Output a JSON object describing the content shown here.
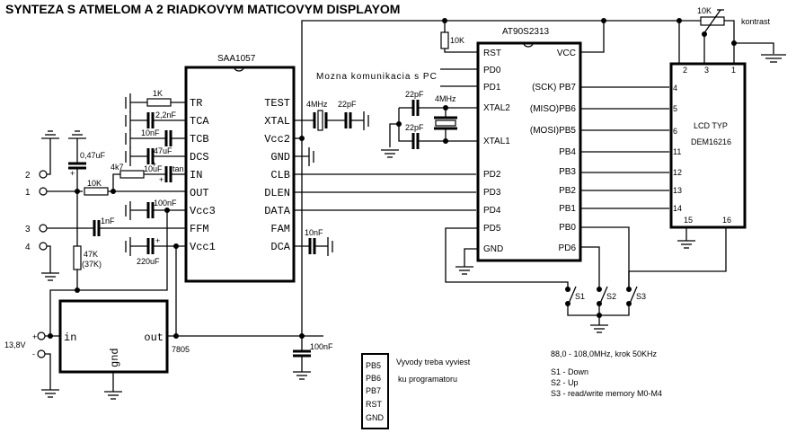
{
  "title": "SYNTEZA S ATMELOM A  2 RIADKOVYM MATICOVYM DISPLAYOM",
  "saa1057": {
    "name": "SAA1057",
    "left_pins": [
      "TR",
      "TCA",
      "TCB",
      "DCS",
      "IN",
      "OUT",
      "Vcc3",
      "FFM",
      "Vcc1"
    ],
    "right_pins": [
      "TEST",
      "XTAL",
      "Vcc2",
      "GND",
      "CLB",
      "DLEN",
      "DATA",
      "FAM",
      "DCA"
    ]
  },
  "at90s2313": {
    "name": "AT90S2313",
    "left_pins": [
      "RST",
      "PD0",
      "PD1",
      "XTAL2",
      "XTAL1",
      "PD2",
      "PD3",
      "PD4",
      "PD5",
      "GND"
    ],
    "right_pins": [
      "VCC",
      "(SCK) PB7",
      "(MISO)PB6",
      "(MOSI)PB5",
      "PB4",
      "PB3",
      "PB2",
      "PB1",
      "PB0",
      "PD6"
    ]
  },
  "lcd": {
    "name_line1": "LCD TYP",
    "name_line2": "DEM16216",
    "top_pins": [
      "2",
      "3",
      "1"
    ],
    "left_pins": [
      "4",
      "5",
      "6",
      "11",
      "12",
      "13",
      "14"
    ],
    "bottom_pins": [
      "15",
      "16"
    ]
  },
  "regulator": {
    "name": "7805",
    "in_label": "in",
    "out_label": "out",
    "gnd_label": "gnd"
  },
  "components": {
    "r_tr": "1K",
    "c_tca": "2,2nF",
    "c_tcb": "10nF",
    "c_dcs": "47uF",
    "r_in": "4k7",
    "c_in": "10uF",
    "c_in_type": "tan",
    "r_out": "10K",
    "c_vcc3": "100nF",
    "c_ffm": "1nF",
    "c_vcc1": "220uF",
    "c_047": "0,47uF",
    "r_47k": "47K",
    "r_47k_alt": "(37K)",
    "xtal_saa": "4MHz",
    "c_xtal_saa": "22pF",
    "c_dca": "10nF",
    "c_xtal2": "22pF",
    "c_xtal1": "22pF",
    "xtal_avr": "4MHz",
    "r_rst": "10K",
    "pot": "10K",
    "pot_label": "kontrast",
    "c_out": "100nF",
    "plus": "+"
  },
  "connectors": {
    "left": [
      "2",
      "1",
      "3",
      "4"
    ],
    "supply_plus": "+",
    "supply_minus": "-",
    "supply_voltage": "13,8V"
  },
  "switches": [
    "S1",
    "S2",
    "S3"
  ],
  "notes": {
    "pc_comm": "Mozna komunikacia s PC",
    "prog_pins": [
      "PB5",
      "PB6",
      "PB7",
      "RST",
      "GND"
    ],
    "prog_note_line1": "Vyvody treba vyviest",
    "prog_note_line2": "ku programatoru",
    "freq": "88,0 - 108,0MHz, krok 50KHz",
    "s1": "S1 - Down",
    "s2": "S2 - Up",
    "s3": "S3 - read/write memory M0-M4"
  }
}
